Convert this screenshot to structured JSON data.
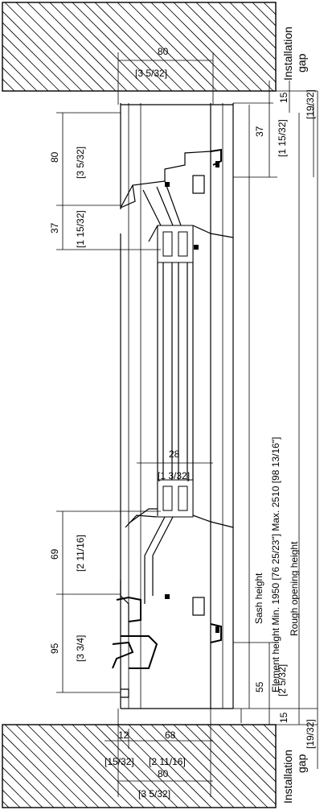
{
  "dimensions": {
    "top_wall_width": {
      "value": "80",
      "inch": "[3 5/32]"
    },
    "top_installation_gap": {
      "value": "15",
      "inch": "[19/32]"
    },
    "top_frame_37": {
      "value": "37",
      "inch": "[1 15/32]"
    },
    "left_upper_80": {
      "value": "80",
      "inch": "[3 5/32]"
    },
    "left_upper_37": {
      "value": "37",
      "inch": "[1 15/32]"
    },
    "glass_28": {
      "value": "28",
      "inch": "[1 3/32]"
    },
    "left_lower_69": {
      "value": "69",
      "inch": "[2 11/16]"
    },
    "left_lower_95": {
      "value": "95",
      "inch": "[3 3/4]"
    },
    "bottom_55": {
      "value": "55",
      "inch": "[2 5/32]"
    },
    "bottom_installation_gap": {
      "value": "15",
      "inch": "[19/32]"
    },
    "bottom_12": {
      "value": "12",
      "inch": "[15/32]"
    },
    "bottom_68": {
      "value": "68",
      "inch": "[2 11/16]"
    },
    "bottom_wall_width": {
      "value": "80",
      "inch": "[3 5/32]"
    }
  },
  "labels": {
    "installation_gap_top": [
      "Installation",
      "gap"
    ],
    "installation_gap_bottom": [
      "Installation",
      "gap"
    ],
    "sash_height": "Sash height",
    "element_height": "Element height Min. 1950 [76 25/23\"] Max. 2510 [98 13/16\"]",
    "rough_opening_height": "Rough opening height"
  }
}
